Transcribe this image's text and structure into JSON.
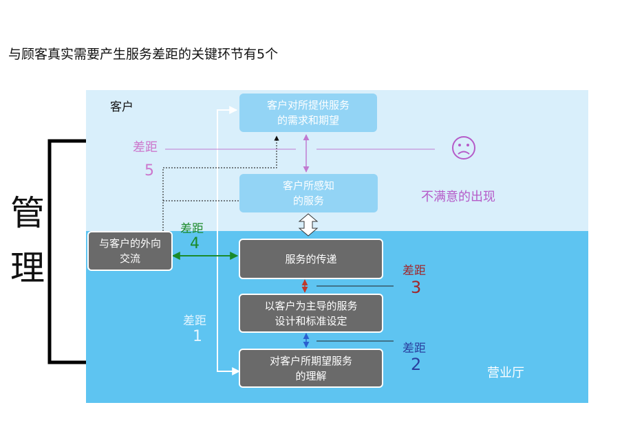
{
  "title": "与顾客真实需要产生服务差距的关键环节有5个",
  "side_label": {
    "char1": "管",
    "char2": "理"
  },
  "zones": {
    "customer": "客户",
    "provider": "营业厅"
  },
  "boxes": {
    "expectation": "客户对所提供服务\n的需求和期望",
    "perceived": "客户所感知\n的服务",
    "communication": "与客户的外向\n交流",
    "delivery": "服务的传递",
    "design": "以客户为主导的服务\n设计和标准设定",
    "understanding": "对客户所期望服务\n的理解"
  },
  "gaps": [
    {
      "label": "差距",
      "number": "5",
      "color": "#cc77cc"
    },
    {
      "label": "差距",
      "number": "4",
      "color": "#1a8a2a"
    },
    {
      "label": "差距",
      "number": "3",
      "color": "#a0262a"
    },
    {
      "label": "差距",
      "number": "2",
      "color": "#2a3f9e"
    },
    {
      "label": "差距",
      "number": "1",
      "color": "#e6f6ff"
    }
  ],
  "dissatisfaction": {
    "text": "不满意的出现",
    "icon": "sad-face-icon"
  },
  "colors": {
    "customer_band": "#d9effb",
    "provider_band": "#5ec4f1",
    "dark_box": "#6a6a6a",
    "light_box": "#93d4f5",
    "gap_label_purple": "#cc77cc"
  }
}
